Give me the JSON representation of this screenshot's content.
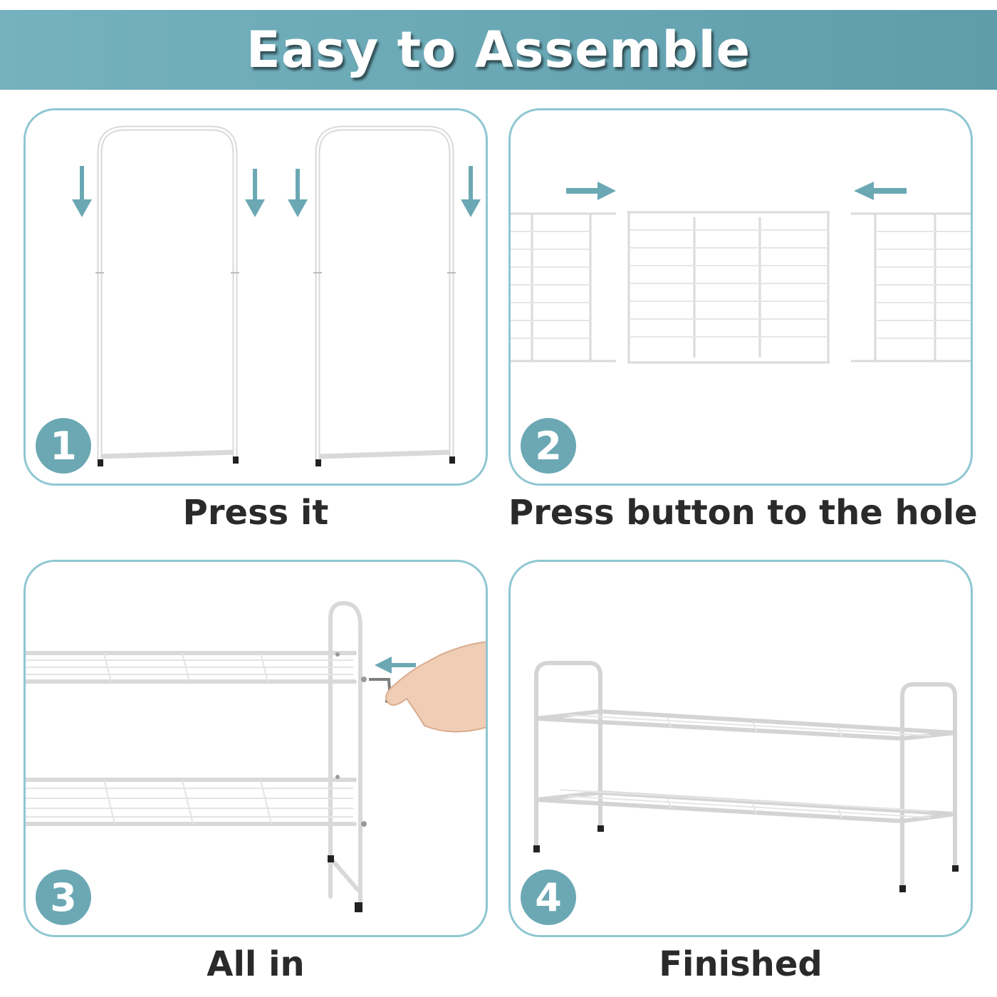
{
  "header": {
    "title": "Easy to Assemble"
  },
  "colors": {
    "accent": "#6ba8b4",
    "border": "#8fc7d2",
    "caption": "#2a2a2a"
  },
  "steps": [
    {
      "number": "1",
      "caption": "Press it"
    },
    {
      "number": "2",
      "caption": "Press button to the hole"
    },
    {
      "number": "3",
      "caption": "All in"
    },
    {
      "number": "4",
      "caption": "Finished"
    }
  ]
}
